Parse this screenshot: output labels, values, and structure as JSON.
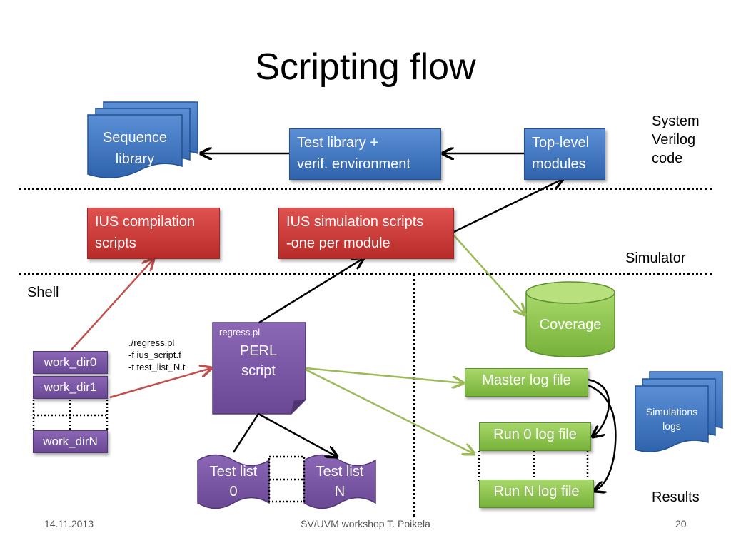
{
  "title": "Scripting flow",
  "zones": {
    "system_verilog": [
      "System",
      "Verilog",
      "code"
    ],
    "simulator": "Simulator",
    "shell": "Shell",
    "results": "Results"
  },
  "blocks": {
    "sequence_library": [
      "Sequence",
      "library"
    ],
    "test_library": [
      "Test library +",
      "verif. environment"
    ],
    "top_level": [
      "Top-level",
      "modules"
    ],
    "ius_compilation": [
      "IUS compilation",
      "scripts"
    ],
    "ius_simulation": [
      "IUS simulation scripts",
      "-one per module"
    ],
    "coverage": "Coverage",
    "perl": {
      "tag": "regress.pl",
      "lines": [
        "PERL",
        "script"
      ]
    },
    "work_dirs": [
      "work_dir0",
      "work_dir1",
      "work_dirN"
    ],
    "command": [
      "./regress.pl",
      "-f ius_script.f",
      "-t test_list_N.t"
    ],
    "test_list_0": [
      "Test list",
      "0"
    ],
    "test_list_n": [
      "Test list",
      "N"
    ],
    "master_log": "Master log file",
    "run0_log": "Run 0 log file",
    "runn_log": "Run N log file",
    "sim_logs": [
      "Simulations",
      "logs"
    ]
  },
  "footer": {
    "date": "14.11.2013",
    "center": "SV/UVM workshop T. Poikela",
    "page": "20"
  },
  "colors": {
    "blue": "#3a72bd",
    "red": "#c83a37",
    "green": "#8ec44f",
    "purple": "#7a56a4",
    "arrow_black": "#000000",
    "arrow_red": "#c0504d",
    "arrow_green": "#9bbb59"
  }
}
